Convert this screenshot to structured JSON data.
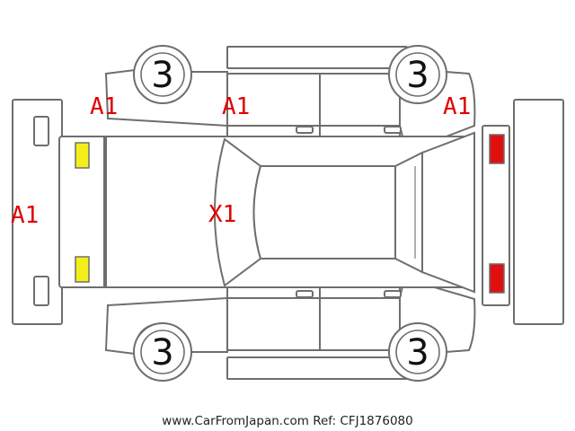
{
  "colors": {
    "outline": "#6e6e6e",
    "damage_text": "#e00000",
    "front_lamp": "#f4ee1a",
    "rear_lamp": "#e01010"
  },
  "damage_marks": {
    "left_bumper": "A1",
    "top_left_fender": "A1",
    "top_center_door": "A1",
    "top_right_fender": "A1",
    "roof": "X1"
  },
  "wheel_grades": {
    "top_left": "3",
    "top_right": "3",
    "bottom_left": "3",
    "bottom_right": "3"
  },
  "watermark": "www.CarFromJapan.com Ref: CFJ1876080"
}
